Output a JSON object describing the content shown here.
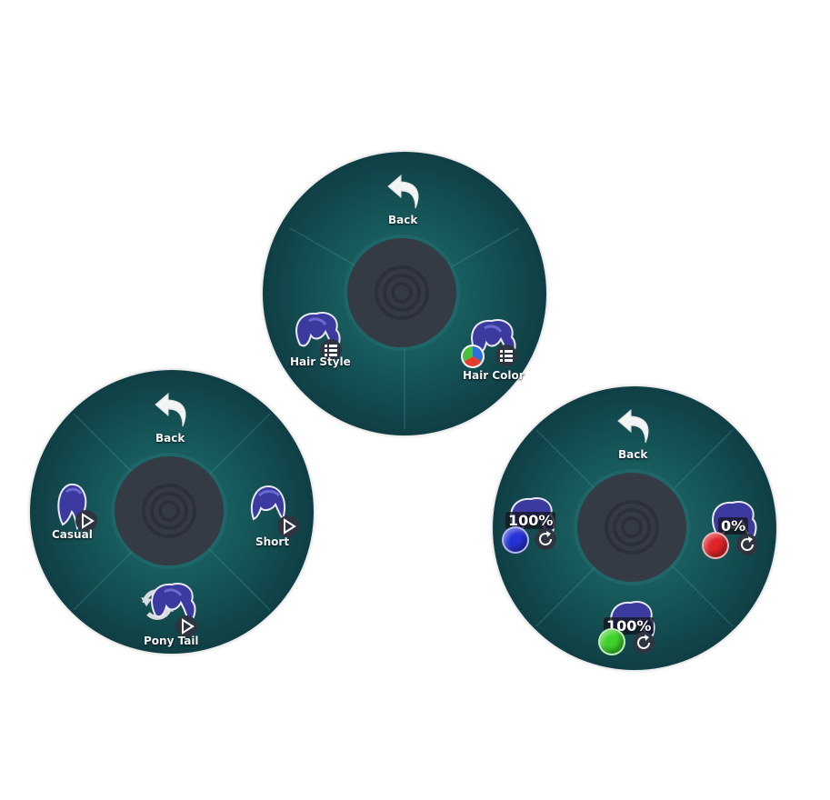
{
  "menus": {
    "main": {
      "back": "Back",
      "hair_style": "Hair Style",
      "hair_color": "Hair Color"
    },
    "style": {
      "back": "Back",
      "casual": "Casual",
      "short": "Short",
      "pony_tail": "Pony Tail"
    },
    "color": {
      "back": "Back",
      "blue_value": "100%",
      "red_value": "0%",
      "green_value": "100%"
    }
  },
  "colors": {
    "hair": "#3b3a9e",
    "blue_orb": "#2433d6",
    "red_orb": "#e0242a",
    "green_orb": "#3ed22a"
  }
}
